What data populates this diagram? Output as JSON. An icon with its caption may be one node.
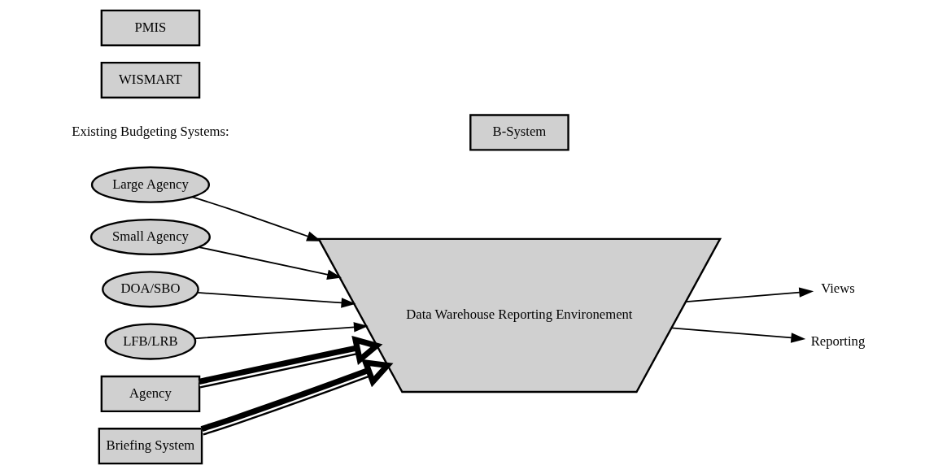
{
  "diagram": {
    "nodes": [
      {
        "text": [
          "Large Agency"
        ]
      },
      {
        "text": [
          "Small Agency"
        ]
      },
      {
        "text": [
          "DOA/SBO"
        ]
      },
      {
        "text": [
          "LFB/LRB"
        ]
      },
      {
        "text": [
          "Data Warehouse Reporting Environement"
        ]
      },
      {
        "text": [
          "Views"
        ]
      },
      {
        "text": [
          "Reporting"
        ]
      },
      {
        "text": [
          "B-System"
        ]
      },
      {
        "text": [
          "WISMART"
        ]
      },
      {
        "text": [
          "PMIS"
        ]
      },
      {
        "text": [
          "Agency"
        ]
      },
      {
        "text": [
          "Briefing System"
        ]
      }
    ],
    "edges": [
      {
        "from": 0,
        "to": 4,
        "arrow": "to"
      },
      {
        "from": 1,
        "to": 4,
        "arrow": "to"
      },
      {
        "from": 2,
        "to": 4,
        "arrow": "to"
      },
      {
        "from": 3,
        "to": 4,
        "arrow": "to"
      },
      {
        "from": 4,
        "to": 5,
        "arrow": "to"
      },
      {
        "from": 4,
        "to": 6,
        "arrow": "to"
      },
      {
        "from": 10,
        "to": 4,
        "arrow": "to",
        "style": "thick"
      },
      {
        "from": 11,
        "to": 4,
        "arrow": "to",
        "style": "thick"
      }
    ],
    "labels": [
      "Existing Budgeting Systems:"
    ]
  }
}
